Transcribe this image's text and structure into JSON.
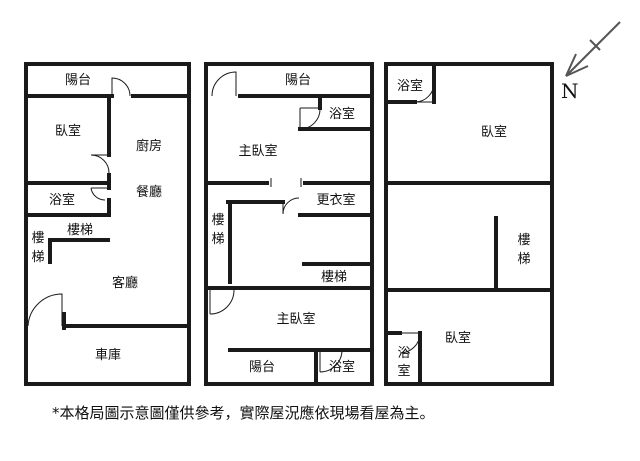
{
  "floor1": {
    "balcony": "陽台",
    "bedroom": "臥室",
    "kitchen": "廚房",
    "dining": "餐廳",
    "bath": "浴室",
    "stairs_label_h": "樓梯",
    "stairs_label_v1": "樓",
    "stairs_label_v2": "梯",
    "living": "客廳",
    "garage": "車庫"
  },
  "floor2": {
    "balcony_top": "陽台",
    "bath_top": "浴室",
    "master_top": "主臥室",
    "closet": "更衣室",
    "stairs_v1": "樓",
    "stairs_v2": "梯",
    "stairs_h": "樓梯",
    "master_bottom": "主臥室",
    "balcony_bottom": "陽台",
    "bath_bottom": "浴室"
  },
  "floor3": {
    "bath_top": "浴室",
    "bedroom_top": "臥室",
    "stairs_v1": "樓",
    "stairs_v2": "梯",
    "bedroom_bottom": "臥室",
    "bath_bottom_1": "浴",
    "bath_bottom_2": "室"
  },
  "compass": {
    "north": "N"
  },
  "note": "*本格局圖示意圖僅供參考，實際屋況應依現場看屋為主。"
}
